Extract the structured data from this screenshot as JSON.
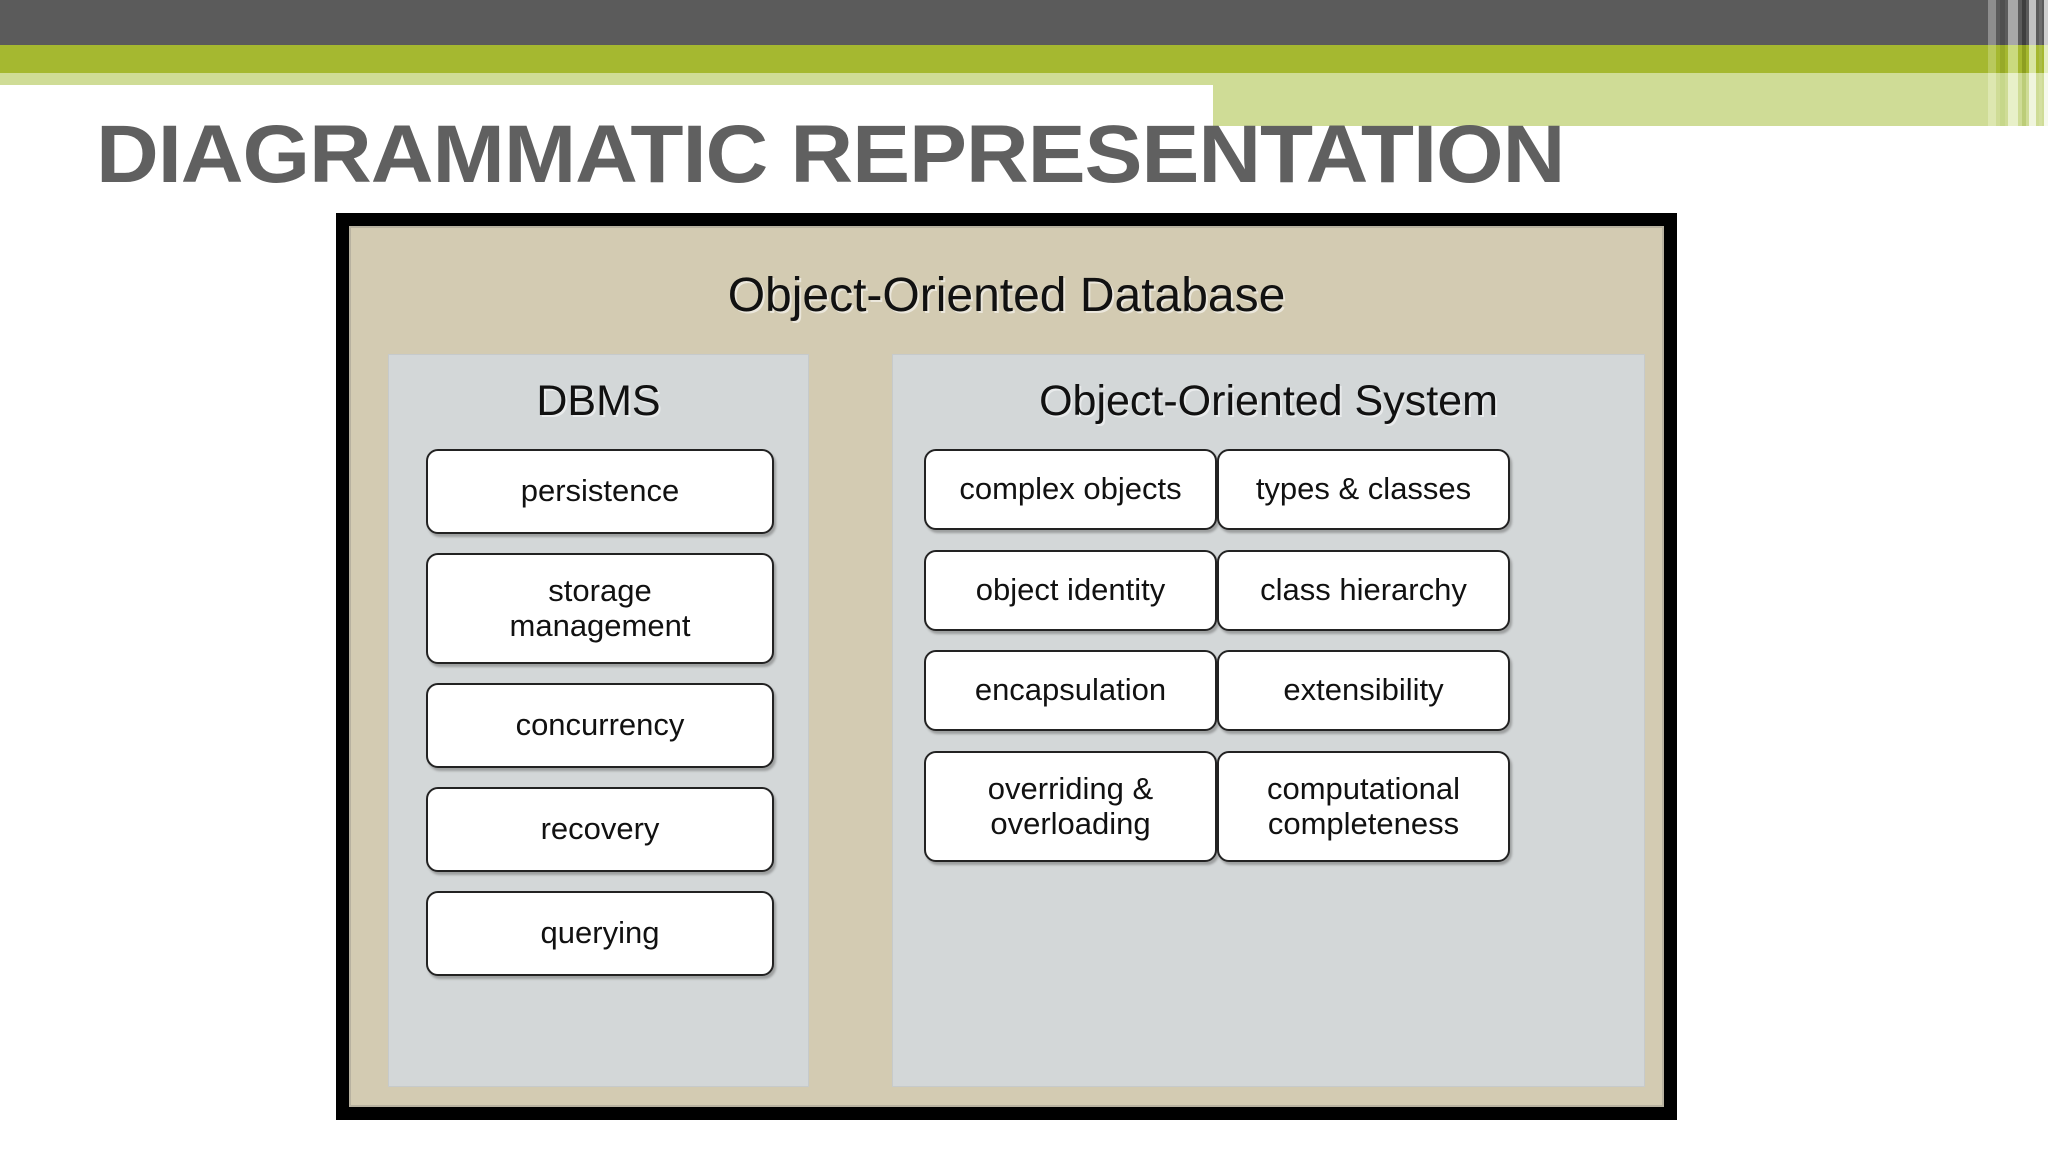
{
  "slide": {
    "title": "DIAGRAMMATIC REPRESENTATION",
    "title_color": "#606060"
  },
  "decoration": {
    "band_dark_color": "#5b5b5b",
    "band_green_color": "#a5b830",
    "band_lightgreen_color": "#cfdc96"
  },
  "diagram": {
    "title": "Object-Oriented Database",
    "background_color": "#d3cbb2",
    "border_color": "#000000",
    "panel_background_color": "#d3d7d8",
    "operator": "+",
    "left_panel": {
      "heading": "DBMS",
      "items": [
        {
          "label": "persistence",
          "lines": [
            "persistence"
          ]
        },
        {
          "label": "storage management",
          "lines": [
            "storage",
            "management"
          ]
        },
        {
          "label": "concurrency",
          "lines": [
            "concurrency"
          ]
        },
        {
          "label": "recovery",
          "lines": [
            "recovery"
          ]
        },
        {
          "label": "querying",
          "lines": [
            "querying"
          ]
        }
      ]
    },
    "right_panel": {
      "heading": "Object-Oriented System",
      "column_one": [
        {
          "label": "complex objects",
          "lines": [
            "complex objects"
          ]
        },
        {
          "label": "object identity",
          "lines": [
            "object identity"
          ]
        },
        {
          "label": "encapsulation",
          "lines": [
            "encapsulation"
          ]
        },
        {
          "label": "overriding & overloading",
          "lines": [
            "overriding &",
            "overloading"
          ]
        }
      ],
      "column_two": [
        {
          "label": "types & classes",
          "lines": [
            "types & classes"
          ]
        },
        {
          "label": "class hierarchy",
          "lines": [
            "class hierarchy"
          ]
        },
        {
          "label": "extensibility",
          "lines": [
            "extensibility"
          ]
        },
        {
          "label": "computational completeness",
          "lines": [
            "computational",
            "completeness"
          ]
        }
      ]
    }
  }
}
